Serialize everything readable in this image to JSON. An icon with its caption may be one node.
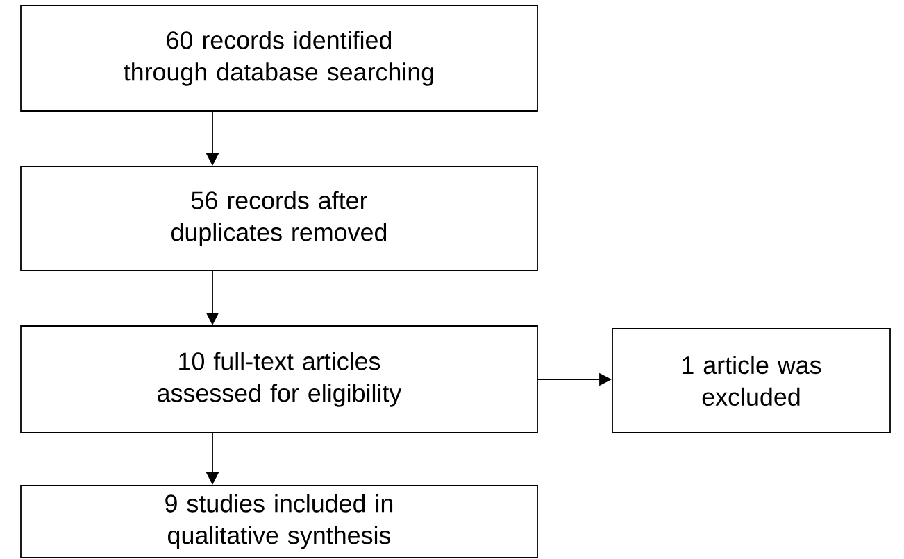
{
  "diagram": {
    "nodes": [
      {
        "text": [
          "60 records identified through database searching"
        ]
      },
      {
        "text": [
          "56 records after duplicates removed"
        ]
      },
      {
        "text": [
          "10 full-text articles assessed for eligibility"
        ]
      },
      {
        "text": [
          "1 article was excluded"
        ]
      },
      {
        "text": [
          "9 studies included in qualitative synthesis"
        ]
      }
    ],
    "edges": [
      {
        "from": 0,
        "to": 1,
        "arrow": "to"
      },
      {
        "from": 1,
        "to": 2,
        "arrow": "to"
      },
      {
        "from": 2,
        "to": 3,
        "arrow": "to"
      },
      {
        "from": 2,
        "to": 4,
        "arrow": "to"
      }
    ]
  }
}
